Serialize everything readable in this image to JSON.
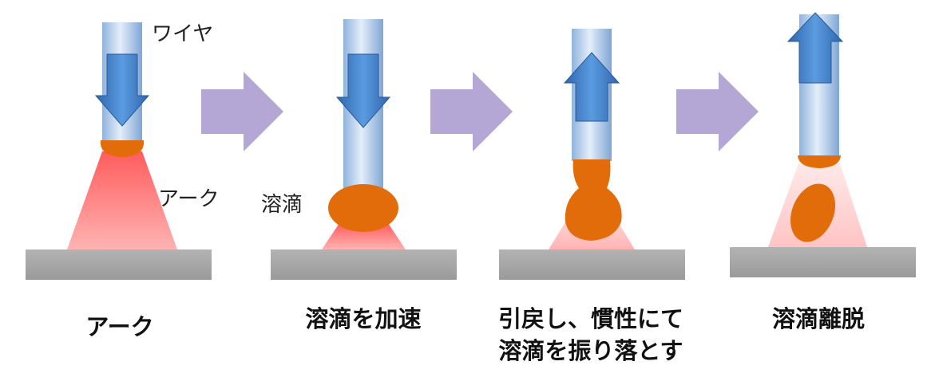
{
  "labels": {
    "wire": "ワイヤ",
    "arc": "アーク",
    "droplet": "溶滴"
  },
  "steps": [
    {
      "caption_lines": [
        "アーク"
      ]
    },
    {
      "caption_lines": [
        "溶滴を加速"
      ]
    },
    {
      "caption_lines": [
        "引戻し、慣性にて",
        "溶滴を振り落とす"
      ]
    },
    {
      "caption_lines": [
        "溶滴離脱"
      ]
    }
  ],
  "colors": {
    "wire_light": "#dbe8f7",
    "wire_mid": "#8fb3dc",
    "arrow_blue": "#3d7cc7",
    "droplet": "#e36c0a",
    "arc": "#ff6b6b",
    "arc_faint": "#ffc8c8",
    "base": "#a6a6a6",
    "step_arrow": "#b4a7d6"
  },
  "wire_motion": [
    "down-arrow-icon",
    "down-arrow-icon",
    "up-arrow-icon",
    "up-arrow-icon"
  ]
}
